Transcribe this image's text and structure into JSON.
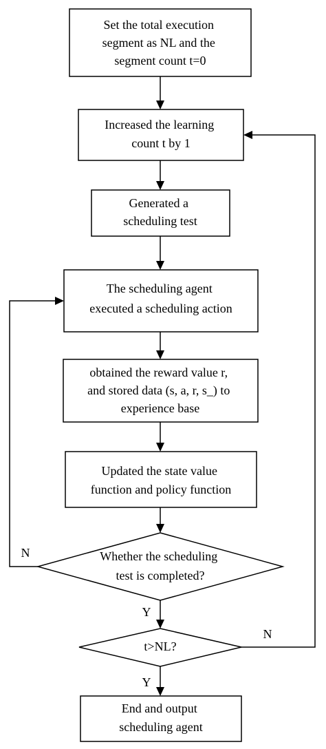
{
  "nodes": {
    "init": [
      "Set the total execution",
      "segment as NL and the",
      "segment count t=0"
    ],
    "increment": [
      "Increased the learning",
      "count t by 1"
    ],
    "generate": [
      "Generated a",
      "scheduling test"
    ],
    "execute": [
      "The scheduling agent",
      "executed a scheduling action"
    ],
    "reward": [
      "obtained the reward value r,",
      "and stored data (s, a, r, s_) to",
      "experience base"
    ],
    "update": [
      "Updated the state value",
      "function  and policy function"
    ],
    "decision_test": [
      "Whether the scheduling",
      "test is completed?"
    ],
    "decision_nl": [
      "t>NL?"
    ],
    "end": [
      "End and output",
      "scheduling agent"
    ]
  },
  "branch_labels": {
    "test_no": "N",
    "test_yes": "Y",
    "nl_no": "N",
    "nl_yes": "Y"
  },
  "colors": {
    "stroke": "#000000",
    "background": "#ffffff"
  }
}
